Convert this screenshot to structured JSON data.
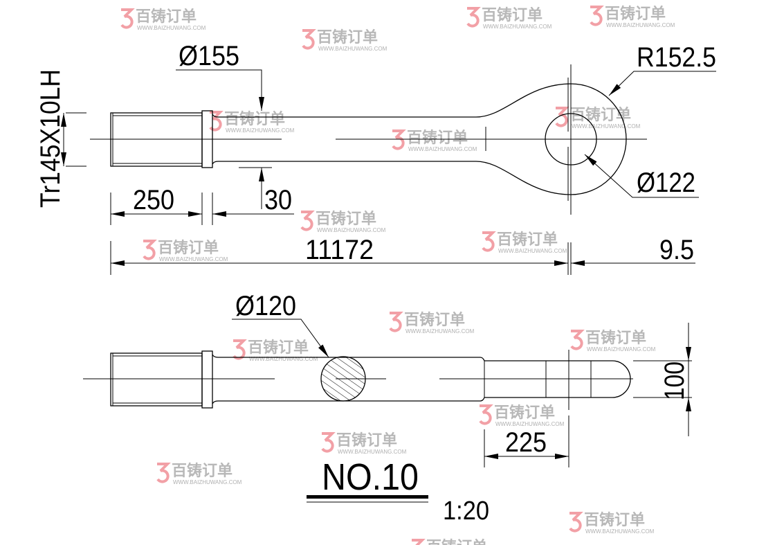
{
  "drawing": {
    "top_view": {
      "thread_spec": "Tr145X10LH",
      "shaft_diameter": "Ø155",
      "collar_offset": "30",
      "thread_length": "250",
      "overall_length": "11172",
      "eye_offset": "9.5",
      "eye_radius": "R152.5",
      "hole_diameter": "Ø122"
    },
    "side_view": {
      "section_diameter": "Ø120",
      "flat_width": "100",
      "flat_length": "225"
    },
    "part_label": "NO.10",
    "scale": "1:20"
  },
  "watermark": {
    "brand": "百铸订单",
    "url": "WWW.BAIZHUWANG.COM"
  }
}
